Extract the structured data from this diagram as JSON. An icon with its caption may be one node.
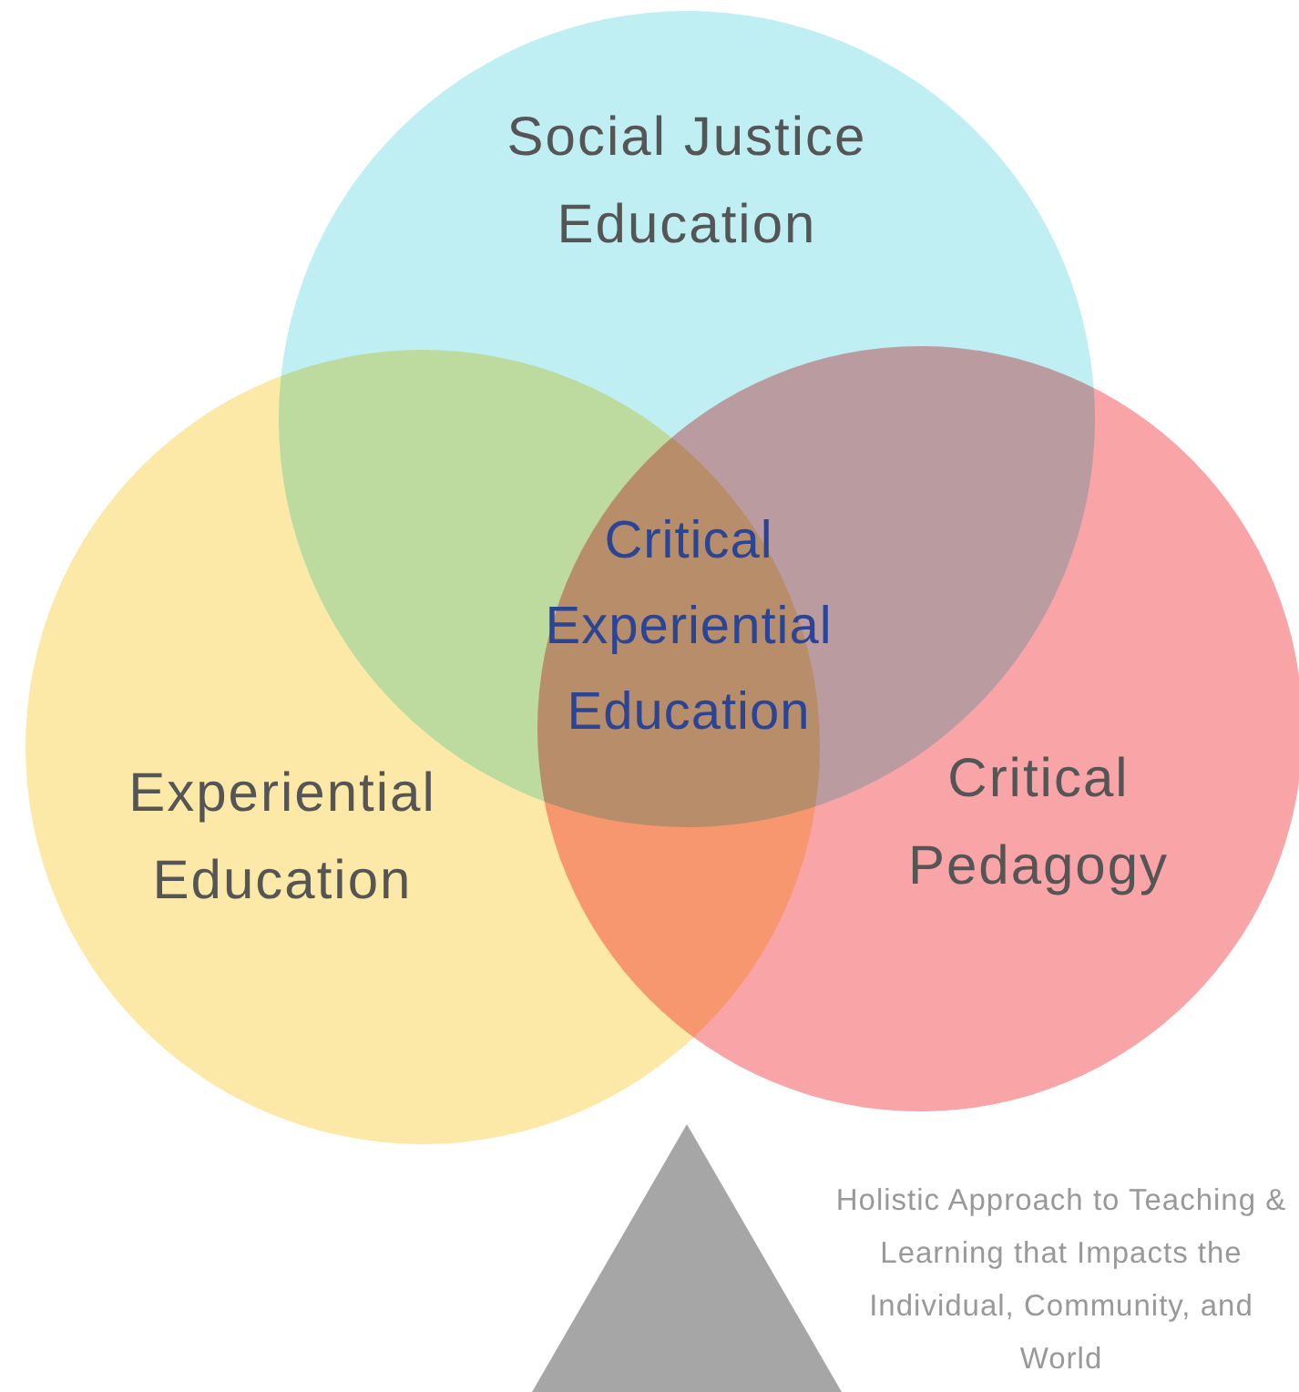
{
  "diagram": {
    "nodes": [
      {
        "text": [
          "Social Justice Education"
        ]
      },
      {
        "text": [
          "Experiential Education"
        ]
      },
      {
        "text": [
          "Critical Pedagogy"
        ]
      },
      {
        "text": [],
        "shape": "triangle",
        "beside": [
          "Holistic Approach to Teaching & Learning that Impacts the Individual, Community, and World"
        ]
      }
    ],
    "edges": [],
    "labels": [
      "Critical Experiential Education"
    ]
  }
}
